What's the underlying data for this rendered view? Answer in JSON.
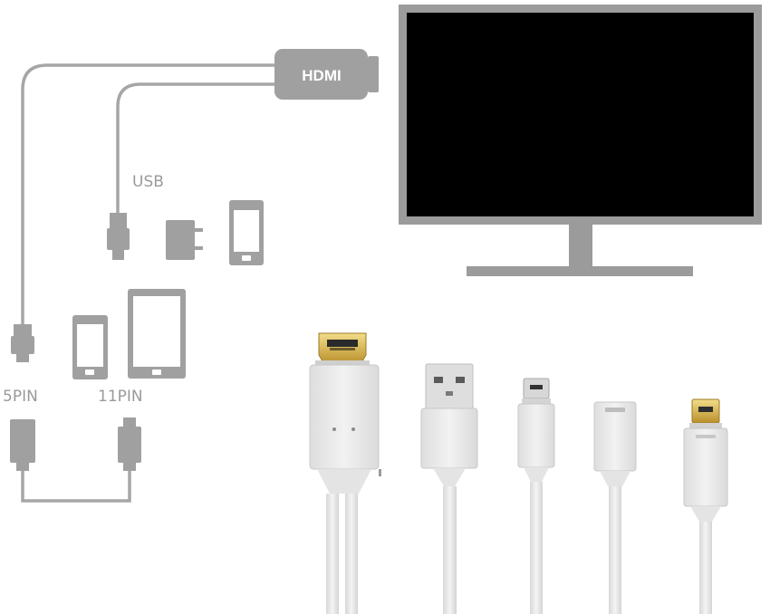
{
  "labels": {
    "hdmi": "HDMI",
    "usb": "USB",
    "pin5": "5PIN",
    "pin11": "11PIN"
  },
  "colors": {
    "diagram_gray": "#9e9e9e",
    "hdmi_plug": "#a0a0a0",
    "monitor_frame": "#9b9b9b",
    "screen": "#000000",
    "cable_white": "#eeeeee",
    "gold": "#d9b54a"
  },
  "icons": {
    "monitor": "monitor-icon",
    "wall_charger": "wall-charger-icon",
    "phone": "smartphone-icon",
    "tablet": "tablet-icon"
  }
}
